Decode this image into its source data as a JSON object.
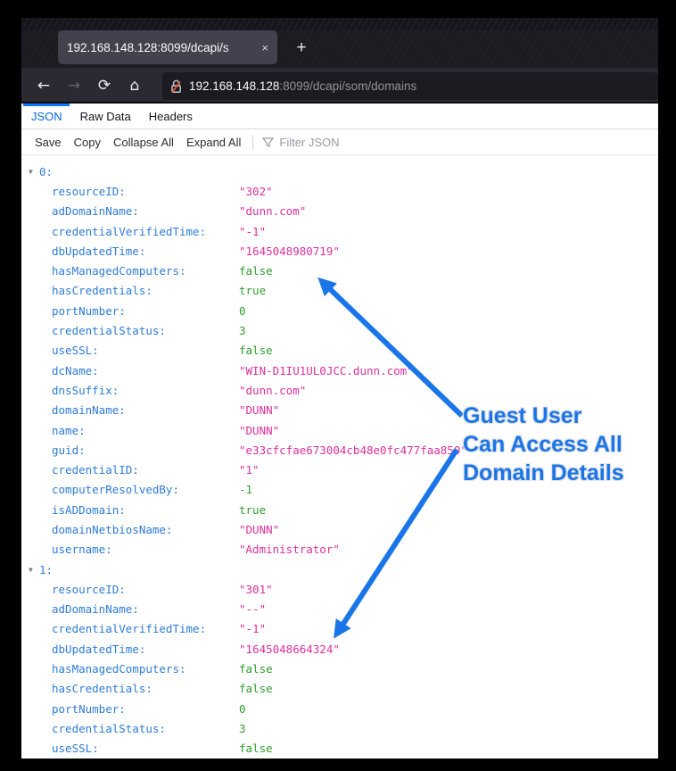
{
  "browser": {
    "tab_title": "192.168.148.128:8099/dcapi/s",
    "tab_close": "×",
    "new_tab": "+",
    "back": "←",
    "forward": "→",
    "reload": "⟳",
    "home": "⌂",
    "url_host": "192.168.148.128",
    "url_rest": ":8099/dcapi/som/domains"
  },
  "viewer": {
    "tabs": [
      {
        "label": "JSON",
        "active": true
      },
      {
        "label": "Raw Data",
        "active": false
      },
      {
        "label": "Headers",
        "active": false
      }
    ],
    "toolbar": {
      "save": "Save",
      "copy": "Copy",
      "collapse_all": "Collapse All",
      "expand_all": "Expand All",
      "filter_placeholder": "Filter JSON"
    }
  },
  "json_rows": [
    {
      "type": "section",
      "label": "0:"
    },
    {
      "key": "resourceID:",
      "value": "\"302\"",
      "kind": "string"
    },
    {
      "key": "adDomainName:",
      "value": "\"dunn.com\"",
      "kind": "string"
    },
    {
      "key": "credentialVerifiedTime:",
      "value": "\"-1\"",
      "kind": "string"
    },
    {
      "key": "dbUpdatedTime:",
      "value": "\"1645048980719\"",
      "kind": "string"
    },
    {
      "key": "hasManagedComputers:",
      "value": "false",
      "kind": "literal"
    },
    {
      "key": "hasCredentials:",
      "value": "true",
      "kind": "literal"
    },
    {
      "key": "portNumber:",
      "value": "0",
      "kind": "literal"
    },
    {
      "key": "credentialStatus:",
      "value": "3",
      "kind": "literal"
    },
    {
      "key": "useSSL:",
      "value": "false",
      "kind": "literal"
    },
    {
      "key": "dcName:",
      "value": "\"WIN-D1IU1UL0JCC.dunn.com\"",
      "kind": "string"
    },
    {
      "key": "dnsSuffix:",
      "value": "\"dunn.com\"",
      "kind": "string"
    },
    {
      "key": "domainName:",
      "value": "\"DUNN\"",
      "kind": "string"
    },
    {
      "key": "name:",
      "value": "\"DUNN\"",
      "kind": "string"
    },
    {
      "key": "guid:",
      "value": "\"e33cfcfae673004cb48e0fc477faa850\"",
      "kind": "string"
    },
    {
      "key": "credentialID:",
      "value": "\"1\"",
      "kind": "string"
    },
    {
      "key": "computerResolvedBy:",
      "value": "-1",
      "kind": "literal"
    },
    {
      "key": "isADDomain:",
      "value": "true",
      "kind": "literal"
    },
    {
      "key": "domainNetbiosName:",
      "value": "\"DUNN\"",
      "kind": "string"
    },
    {
      "key": "username:",
      "value": "\"Administrator\"",
      "kind": "string"
    },
    {
      "type": "section",
      "label": "1:"
    },
    {
      "key": "resourceID:",
      "value": "\"301\"",
      "kind": "string"
    },
    {
      "key": "adDomainName:",
      "value": "\"--\"",
      "kind": "string"
    },
    {
      "key": "credentialVerifiedTime:",
      "value": "\"-1\"",
      "kind": "string"
    },
    {
      "key": "dbUpdatedTime:",
      "value": "\"1645048664324\"",
      "kind": "string"
    },
    {
      "key": "hasManagedComputers:",
      "value": "false",
      "kind": "literal"
    },
    {
      "key": "hasCredentials:",
      "value": "false",
      "kind": "literal"
    },
    {
      "key": "portNumber:",
      "value": "0",
      "kind": "literal"
    },
    {
      "key": "credentialStatus:",
      "value": "3",
      "kind": "literal"
    },
    {
      "key": "useSSL:",
      "value": "false",
      "kind": "literal"
    }
  ],
  "annotation": {
    "lines": [
      "Guest User",
      "Can Access All",
      "Domain Details"
    ]
  },
  "colors": {
    "annotation_blue": "#1a75e8",
    "key_blue": "#2e7cd6",
    "string_pink": "#dd2f9d",
    "literal_green": "#2f9e2f",
    "tab_active_blue": "#0a79ff"
  }
}
